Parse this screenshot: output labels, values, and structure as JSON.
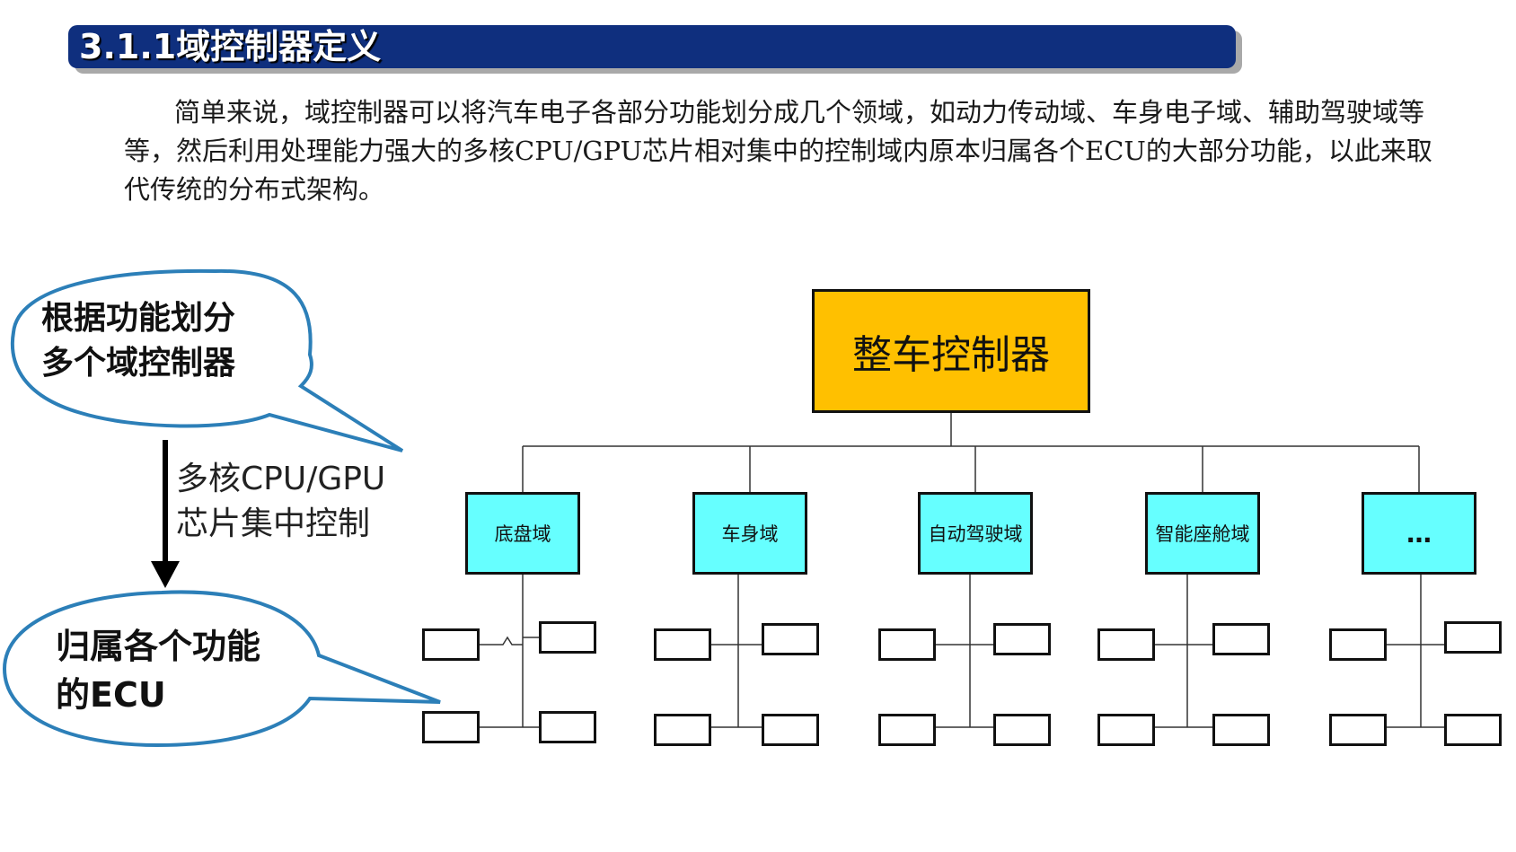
{
  "title": "3.1.1域控制器定义",
  "intro_text": "简单来说，域控制器可以将汽车电子各部分功能划分成几个领域，如动力传动域、车身电子域、辅助驾驶域等等，然后利用处理能力强大的多核CPU/GPU芯片相对集中的控制域内原本归属各个ECU的大部分功能，以此来取代传统的分布式架构。",
  "bubble_top": {
    "line1": "根据功能划分",
    "line2": "多个域控制器"
  },
  "bubble_bottom": {
    "line1": "归属各个功能",
    "line2": "的ECU"
  },
  "arrow_label": {
    "line1": "多核CPU/GPU",
    "line2": "芯片集中控制"
  },
  "top_controller": "整车控制器",
  "domains": [
    "底盘域",
    "车身域",
    "自动驾驶域",
    "智能座舱域",
    "…"
  ],
  "colors": {
    "title_bar": "#0f2f7e",
    "top_controller_fill": "#ffc000",
    "domain_fill": "#66ffff",
    "bubble_border": "#2c7fb8"
  }
}
